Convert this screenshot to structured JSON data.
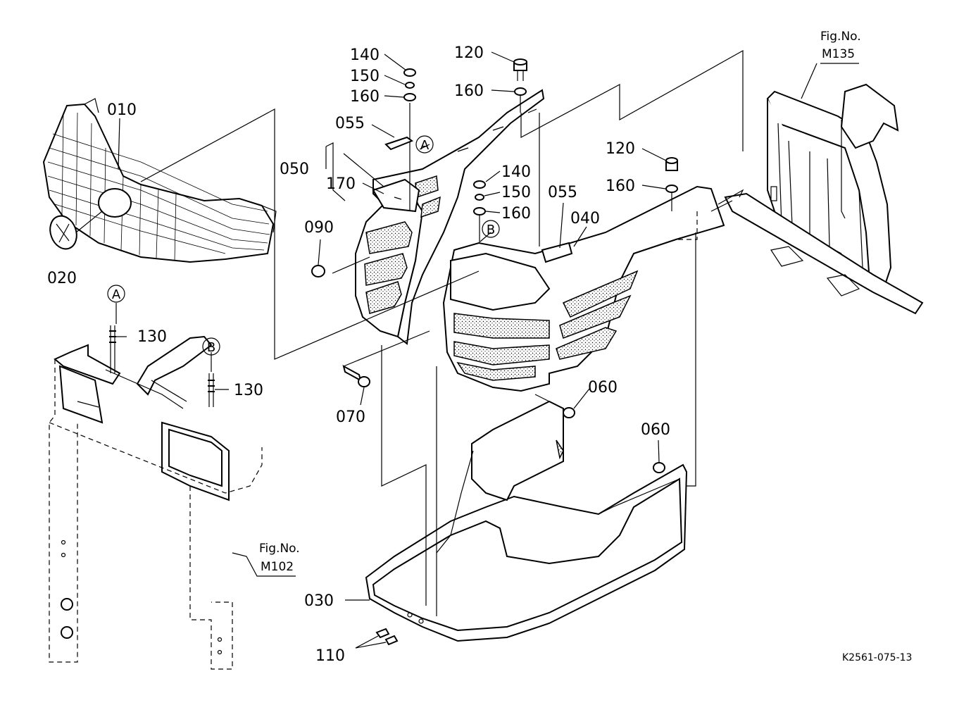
{
  "diagram": {
    "code": "K2561-075-13",
    "refs": [
      {
        "fig_label": "Fig.No.",
        "fig_number": "M135"
      },
      {
        "fig_label": "Fig.No.",
        "fig_number": "M102"
      }
    ],
    "callouts": [
      "A",
      "B"
    ],
    "part_labels": [
      "140",
      "150",
      "160",
      "120",
      "160",
      "010",
      "055",
      "050",
      "170",
      "140",
      "150",
      "160",
      "120",
      "160",
      "055",
      "040",
      "090",
      "020",
      "130",
      "130",
      "070",
      "060",
      "060",
      "030",
      "110"
    ]
  }
}
